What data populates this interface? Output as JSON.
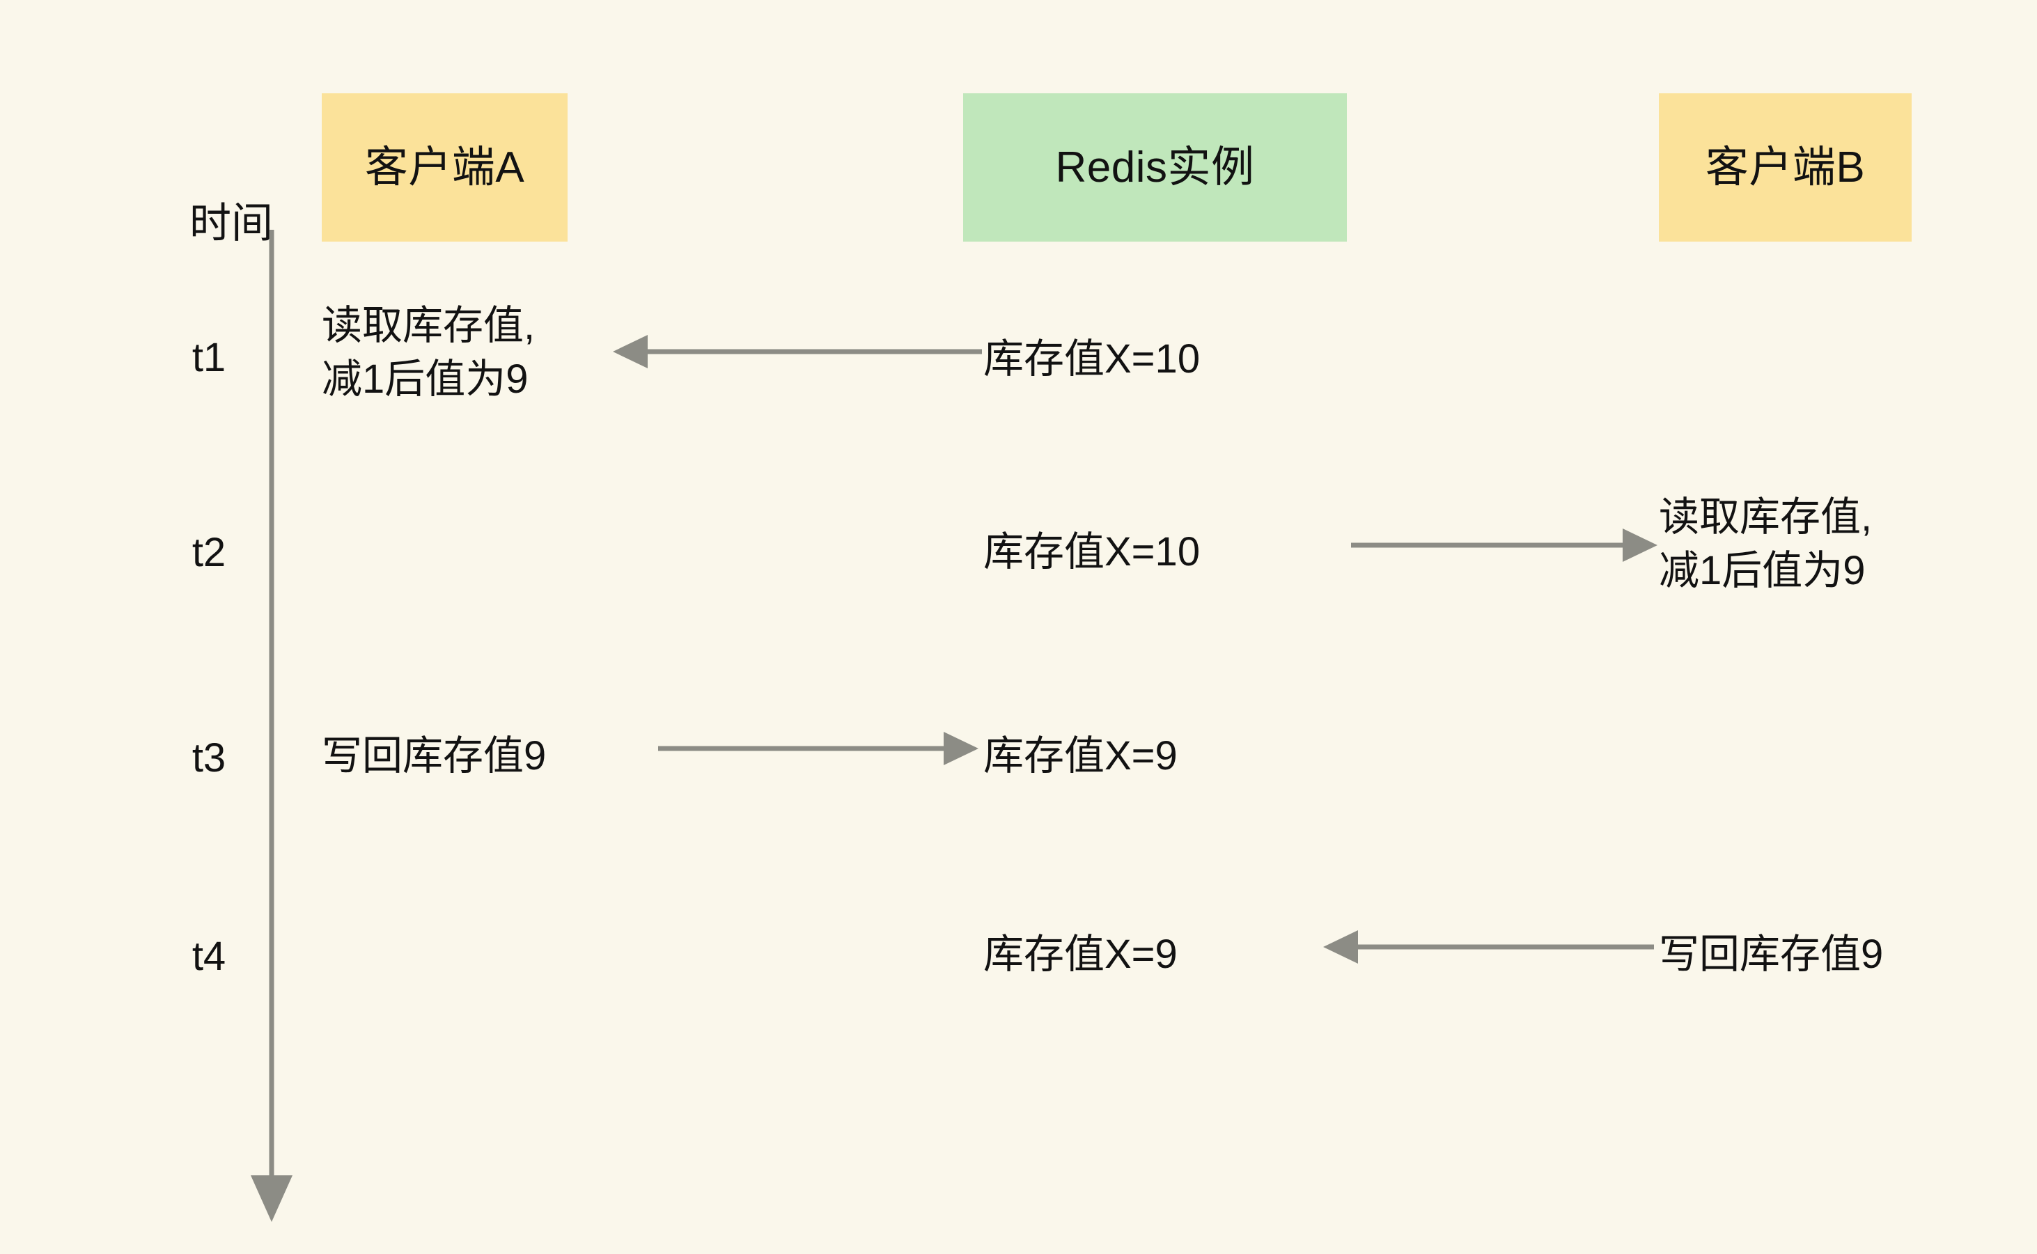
{
  "diagram": {
    "background_color": "#faf7eb",
    "line_color": "#8c8c85",
    "text_color": "#121212",
    "actors": [
      {
        "id": "client-a",
        "label": "客户端A",
        "color": "#fbe29a"
      },
      {
        "id": "redis",
        "label": "Redis实例",
        "color": "#c0e7bb"
      },
      {
        "id": "client-b",
        "label": "客户端B",
        "color": "#fbe29a"
      }
    ],
    "axis": {
      "label": "时间",
      "ticks": [
        "t1",
        "t2",
        "t3",
        "t4"
      ]
    },
    "steps": [
      {
        "time": "t1",
        "client_a": "读取库存值,\n减1后值为9",
        "redis": "库存值X=10",
        "client_b": "",
        "arrow": {
          "from": "redis",
          "to": "client-a",
          "direction": "left"
        }
      },
      {
        "time": "t2",
        "client_a": "",
        "redis": "库存值X=10",
        "client_b": "读取库存值,\n减1后值为9",
        "arrow": {
          "from": "redis",
          "to": "client-b",
          "direction": "right"
        }
      },
      {
        "time": "t3",
        "client_a": "写回库存值9",
        "redis": "库存值X=9",
        "client_b": "",
        "arrow": {
          "from": "client-a",
          "to": "redis",
          "direction": "right"
        }
      },
      {
        "time": "t4",
        "client_a": "",
        "redis": "库存值X=9",
        "client_b": "写回库存值9",
        "arrow": {
          "from": "client-b",
          "to": "redis",
          "direction": "left"
        }
      }
    ]
  }
}
